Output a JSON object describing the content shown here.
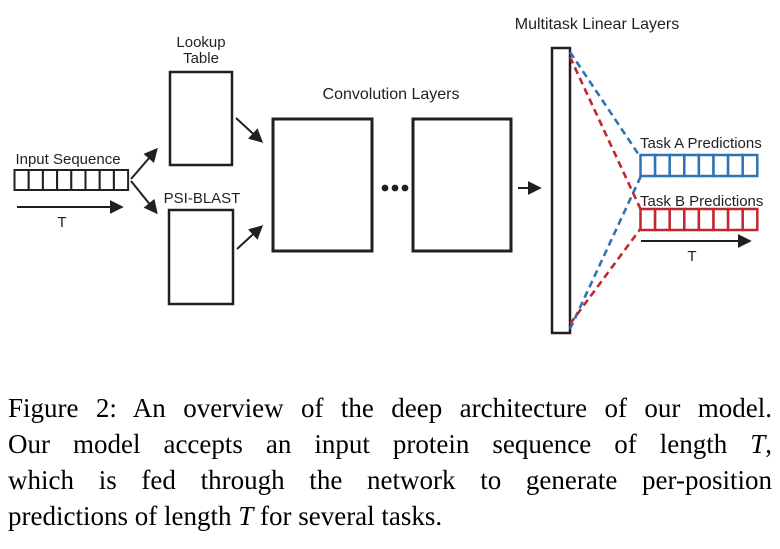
{
  "diagram": {
    "stroke_color": "#231F20",
    "input": {
      "label": "Input Sequence",
      "length_label": "T",
      "cells": 8
    },
    "lookup_table": {
      "label_line1": "Lookup",
      "label_line2": "Table"
    },
    "psi_blast": {
      "label": "PSI-BLAST"
    },
    "convolution": {
      "label": "Convolution Layers"
    },
    "multitask": {
      "label": "Multitask Linear Layers"
    },
    "task_a": {
      "label": "Task A Predictions",
      "color": "#2E73B5",
      "cells": 8
    },
    "task_b": {
      "label": "Task B Predictions",
      "color": "#C1272D",
      "cells": 8
    },
    "output": {
      "length_label": "T"
    }
  },
  "caption": {
    "lines": [
      {
        "justify": true,
        "segments": [
          {
            "t": "Figure 2: An overview of the deep architecture of our model."
          }
        ]
      },
      {
        "justify": true,
        "segments": [
          {
            "t": "Our model accepts an input protein sequence of length "
          },
          {
            "t": "T",
            "italic": true
          },
          {
            "t": ","
          }
        ]
      },
      {
        "justify": true,
        "segments": [
          {
            "t": "which is fed through the network to generate per-position"
          }
        ]
      },
      {
        "justify": false,
        "segments": [
          {
            "t": "predictions of length "
          },
          {
            "t": "T",
            "italic": true
          },
          {
            "t": " for several tasks."
          }
        ]
      }
    ]
  }
}
